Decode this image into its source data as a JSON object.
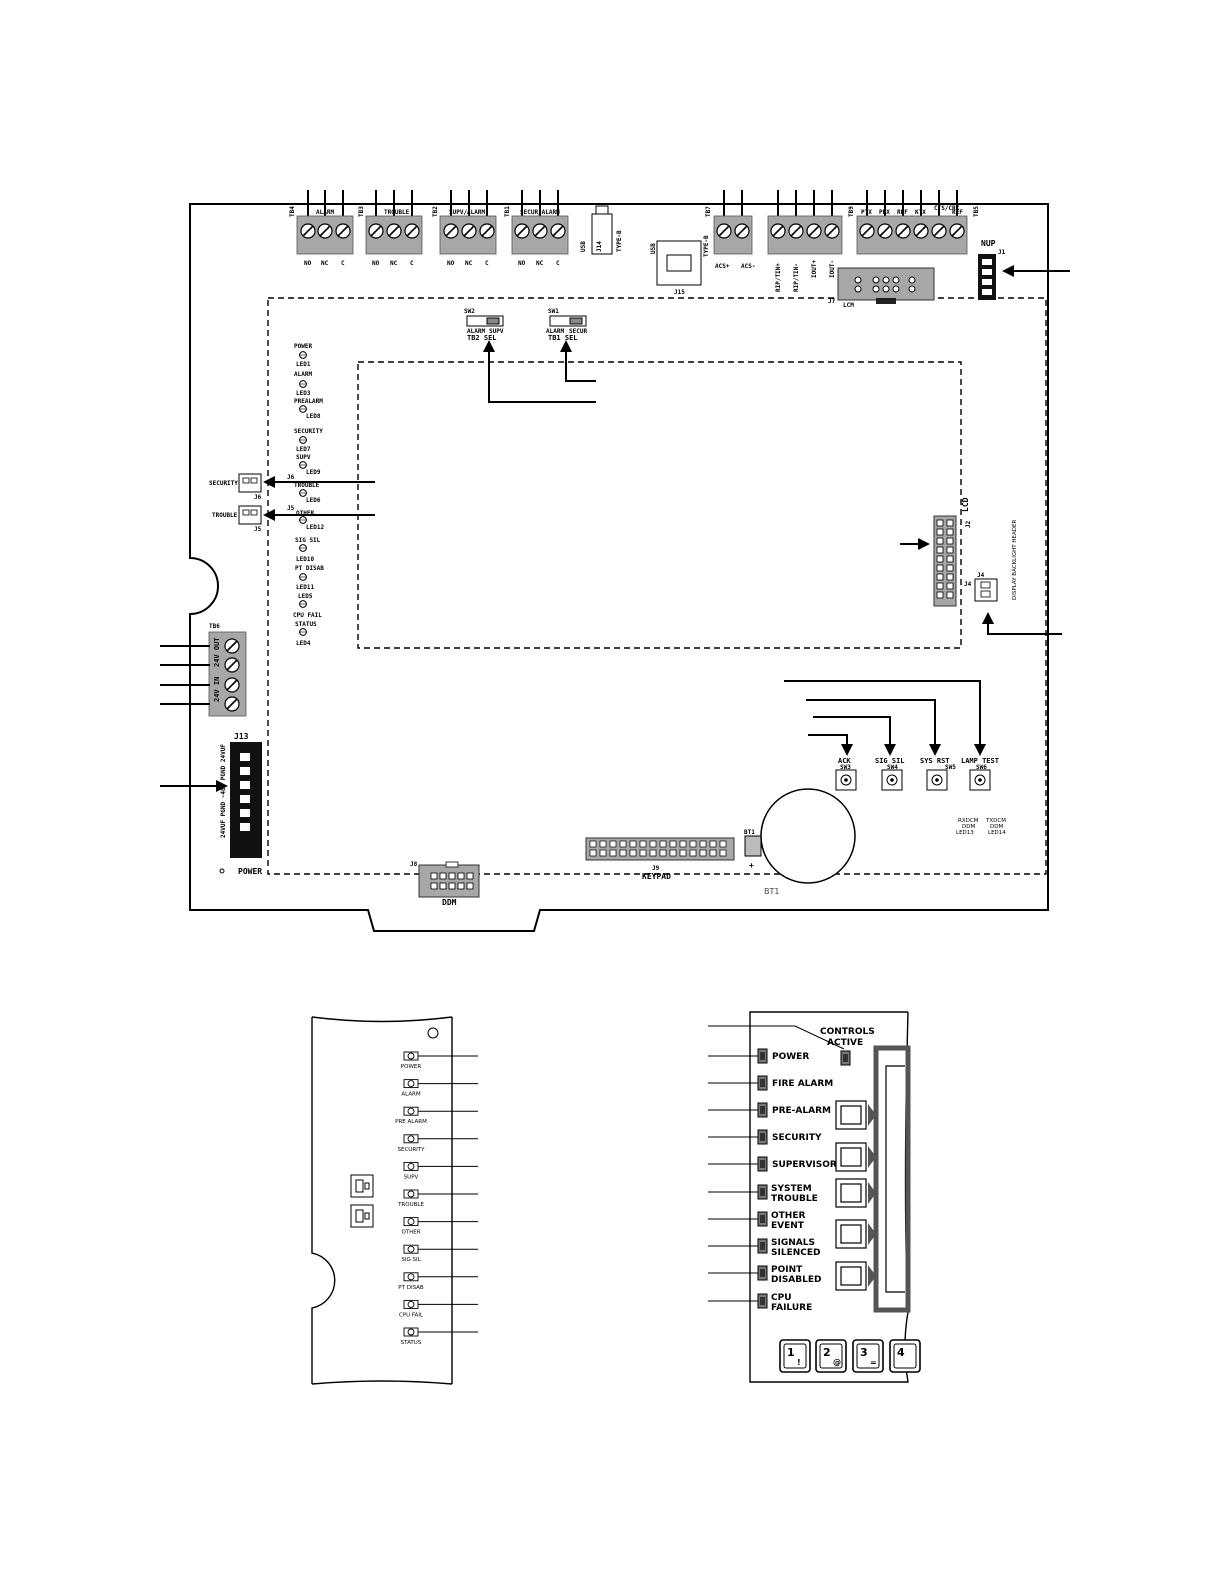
{
  "terminal_blocks": [
    {
      "id": "TB4",
      "title": "ALARM",
      "pins": [
        "NO",
        "NC",
        "C"
      ]
    },
    {
      "id": "TB3",
      "title": "TROUBLE",
      "pins": [
        "NO",
        "NC",
        "C"
      ]
    },
    {
      "id": "TB2",
      "title": "SUPV/ALARM",
      "pins": [
        "NO",
        "NC",
        "C"
      ]
    },
    {
      "id": "TB1",
      "title": "SECUR/ALARM",
      "pins": [
        "NO",
        "NC",
        "C"
      ]
    },
    {
      "id": "TB7",
      "title": "",
      "pins": [
        "ACS+",
        "ACS-"
      ]
    },
    {
      "id": "TB9",
      "title": "",
      "pins": [
        "RIP/TIN+",
        "RIP/TIN-",
        "IOUT+",
        "IOUT-"
      ]
    },
    {
      "id": "TB5",
      "title": "",
      "pins": [
        "PTX",
        "PRX",
        "REF",
        "KTX",
        "CTS/CRX",
        "REF"
      ]
    }
  ],
  "connectors": {
    "j14": {
      "id": "J14",
      "type": "TYPE-B",
      "port": "USB"
    },
    "j15": {
      "id": "J15",
      "type": "TYPE-B",
      "port": "USB"
    },
    "j7": {
      "id": "J7",
      "label": "LCM"
    },
    "j1": {
      "id": "J1",
      "label": "NUP"
    },
    "j2": {
      "id": "J2",
      "label": "LCD"
    },
    "j6": {
      "id": "J6",
      "label": "SECURITY"
    },
    "j5": {
      "id": "J5",
      "label": "TROUBLE"
    },
    "j4": {
      "id": "J4",
      "label": "DISPLAY BACKLIGHT HEADER"
    },
    "j13": {
      "id": "J13",
      "pins": "24VUF PGND -485 PGND 24VUF",
      "label": "POWER"
    },
    "j8": {
      "id": "J8",
      "label": "DDM"
    },
    "j9": {
      "id": "J9",
      "label": "KEYPAD"
    },
    "bt1": {
      "id": "BT1",
      "label": "BT1"
    }
  },
  "tb6": {
    "id": "TB6",
    "upper": "24V OUT",
    "lower": "24V IN"
  },
  "switches": [
    {
      "id": "SW2",
      "left": "ALARM",
      "right": "SUPV",
      "caption": "TB2 SEL"
    },
    {
      "id": "SW1",
      "left": "ALARM",
      "right": "SECUR",
      "caption": "TB1 SEL"
    }
  ],
  "leds": [
    {
      "name": "POWER",
      "id": "LED1"
    },
    {
      "name": "ALARM",
      "id": "LED3"
    },
    {
      "name": "PREALARM",
      "id": "LED8"
    },
    {
      "name": "SECURITY",
      "id": "LED7"
    },
    {
      "name": "SUPV",
      "id": "LED9"
    },
    {
      "name": "TROUBLE",
      "id": "LED6"
    },
    {
      "name": "OTHER",
      "id": "LED12"
    },
    {
      "name": "SIG SIL",
      "id": "LED10"
    },
    {
      "name": "PT DISAB",
      "id": "LED11"
    },
    {
      "name": "CPU FAIL",
      "id": "LED5"
    },
    {
      "name": "STATUS",
      "id": "LED4"
    }
  ],
  "buttons": [
    {
      "name": "ACK",
      "id": "SW3"
    },
    {
      "name": "SIG SIL",
      "id": "SW4"
    },
    {
      "name": "SYS RST",
      "id": "SW5"
    },
    {
      "name": "LAMP TEST",
      "id": "SW6"
    }
  ],
  "rx_tx": [
    {
      "text": "RXDCM",
      "sub": "DDM",
      "id": "LED13"
    },
    {
      "text": "TXDCM",
      "sub": "DDM",
      "id": "LED14"
    }
  ],
  "detail_leds": [
    "POWER",
    "ALARM",
    "PRE ALARM",
    "SECURITY",
    "SUPV",
    "TROUBLE",
    "OTHER",
    "SIG SIL",
    "PT DISAB",
    "CPU FAIL",
    "STATUS"
  ],
  "panel": {
    "controls_active": [
      "CONTROLS",
      "ACTIVE"
    ],
    "indicators": [
      [
        "POWER"
      ],
      [
        "FIRE ALARM"
      ],
      [
        "PRE-ALARM"
      ],
      [
        "SECURITY"
      ],
      [
        "SUPERVISORY"
      ],
      [
        "SYSTEM",
        "TROUBLE"
      ],
      [
        "OTHER",
        "EVENT"
      ],
      [
        "SIGNALS",
        "SILENCED"
      ],
      [
        "POINT",
        "DISABLED"
      ],
      [
        "CPU",
        "FAILURE"
      ]
    ],
    "keys": [
      {
        "main": "1",
        "sub": "!"
      },
      {
        "main": "2",
        "sub": "@"
      },
      {
        "main": "3",
        "sub": "="
      },
      {
        "main": "4",
        "sub": ""
      }
    ]
  }
}
